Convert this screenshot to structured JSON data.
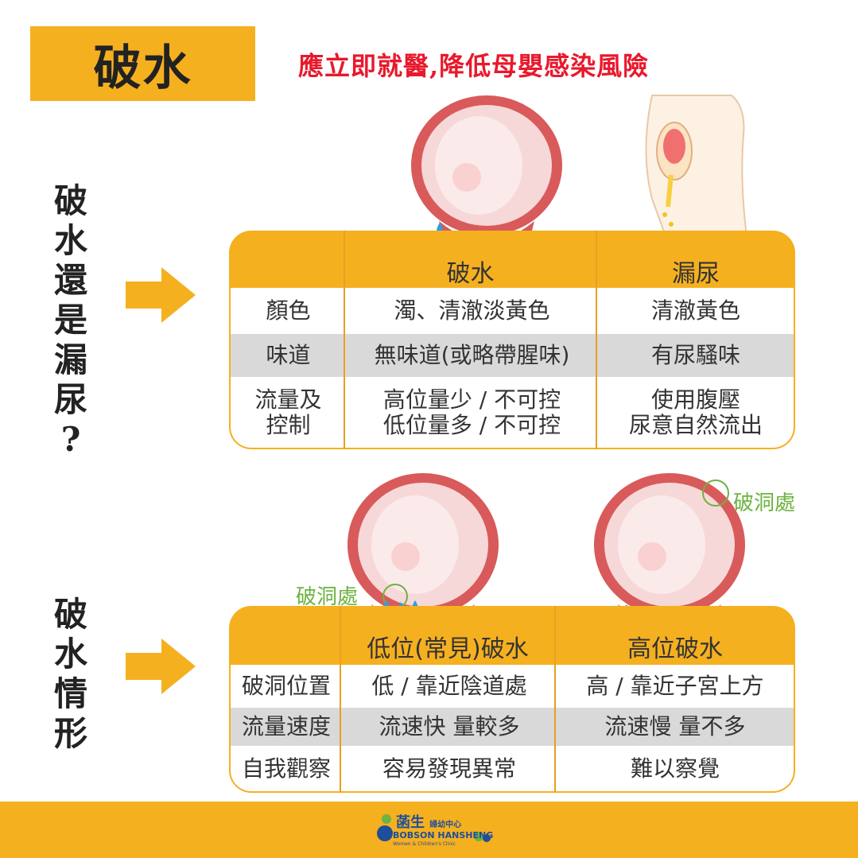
{
  "header": {
    "title": "破水",
    "subtitle": "應立即就醫,降低母嬰感染風險"
  },
  "section1": {
    "side_label": [
      "破",
      "水",
      "還",
      "是",
      "漏",
      "尿",
      "?"
    ],
    "columns": [
      "破水",
      "漏尿"
    ],
    "rows": [
      {
        "label": "顏色",
        "c1": "濁、清澈淡黃色",
        "c2": "清澈黃色"
      },
      {
        "label": "味道",
        "c1": "無味道(或略帶腥味)",
        "c2": "有尿騷味"
      },
      {
        "label_l1": "流量及",
        "label_l2": "控制",
        "c1_l1": "高位量少 / 不可控",
        "c1_l2": "低位量多 / 不可控",
        "c2_l1": "使用腹壓",
        "c2_l2": "尿意自然流出"
      }
    ]
  },
  "section2": {
    "side_label": [
      "破",
      "水",
      "情",
      "形"
    ],
    "columns": [
      "低位(常見)破水",
      "高位破水"
    ],
    "hole_label_low": "破洞處",
    "hole_label_high": "破洞處",
    "rows": [
      {
        "label": "破洞位置",
        "c1": "低 / 靠近陰道處",
        "c2": "高 / 靠近子宮上方"
      },
      {
        "label": "流量速度",
        "c1": "流速快  量較多",
        "c2": "流速慢  量不多"
      },
      {
        "label": "自我觀察",
        "c1": "容易發現異常",
        "c2": "難以察覺"
      }
    ]
  },
  "footer": {
    "logo_cn": "菡生",
    "logo_cn_small": "婦幼中心",
    "logo_en": "BOBSON HANSHENG",
    "logo_en_small": "Women & Children's Clinic"
  },
  "colors": {
    "accent": "#f5b020",
    "alert": "#e8192c",
    "hole": "#6cb33f"
  }
}
